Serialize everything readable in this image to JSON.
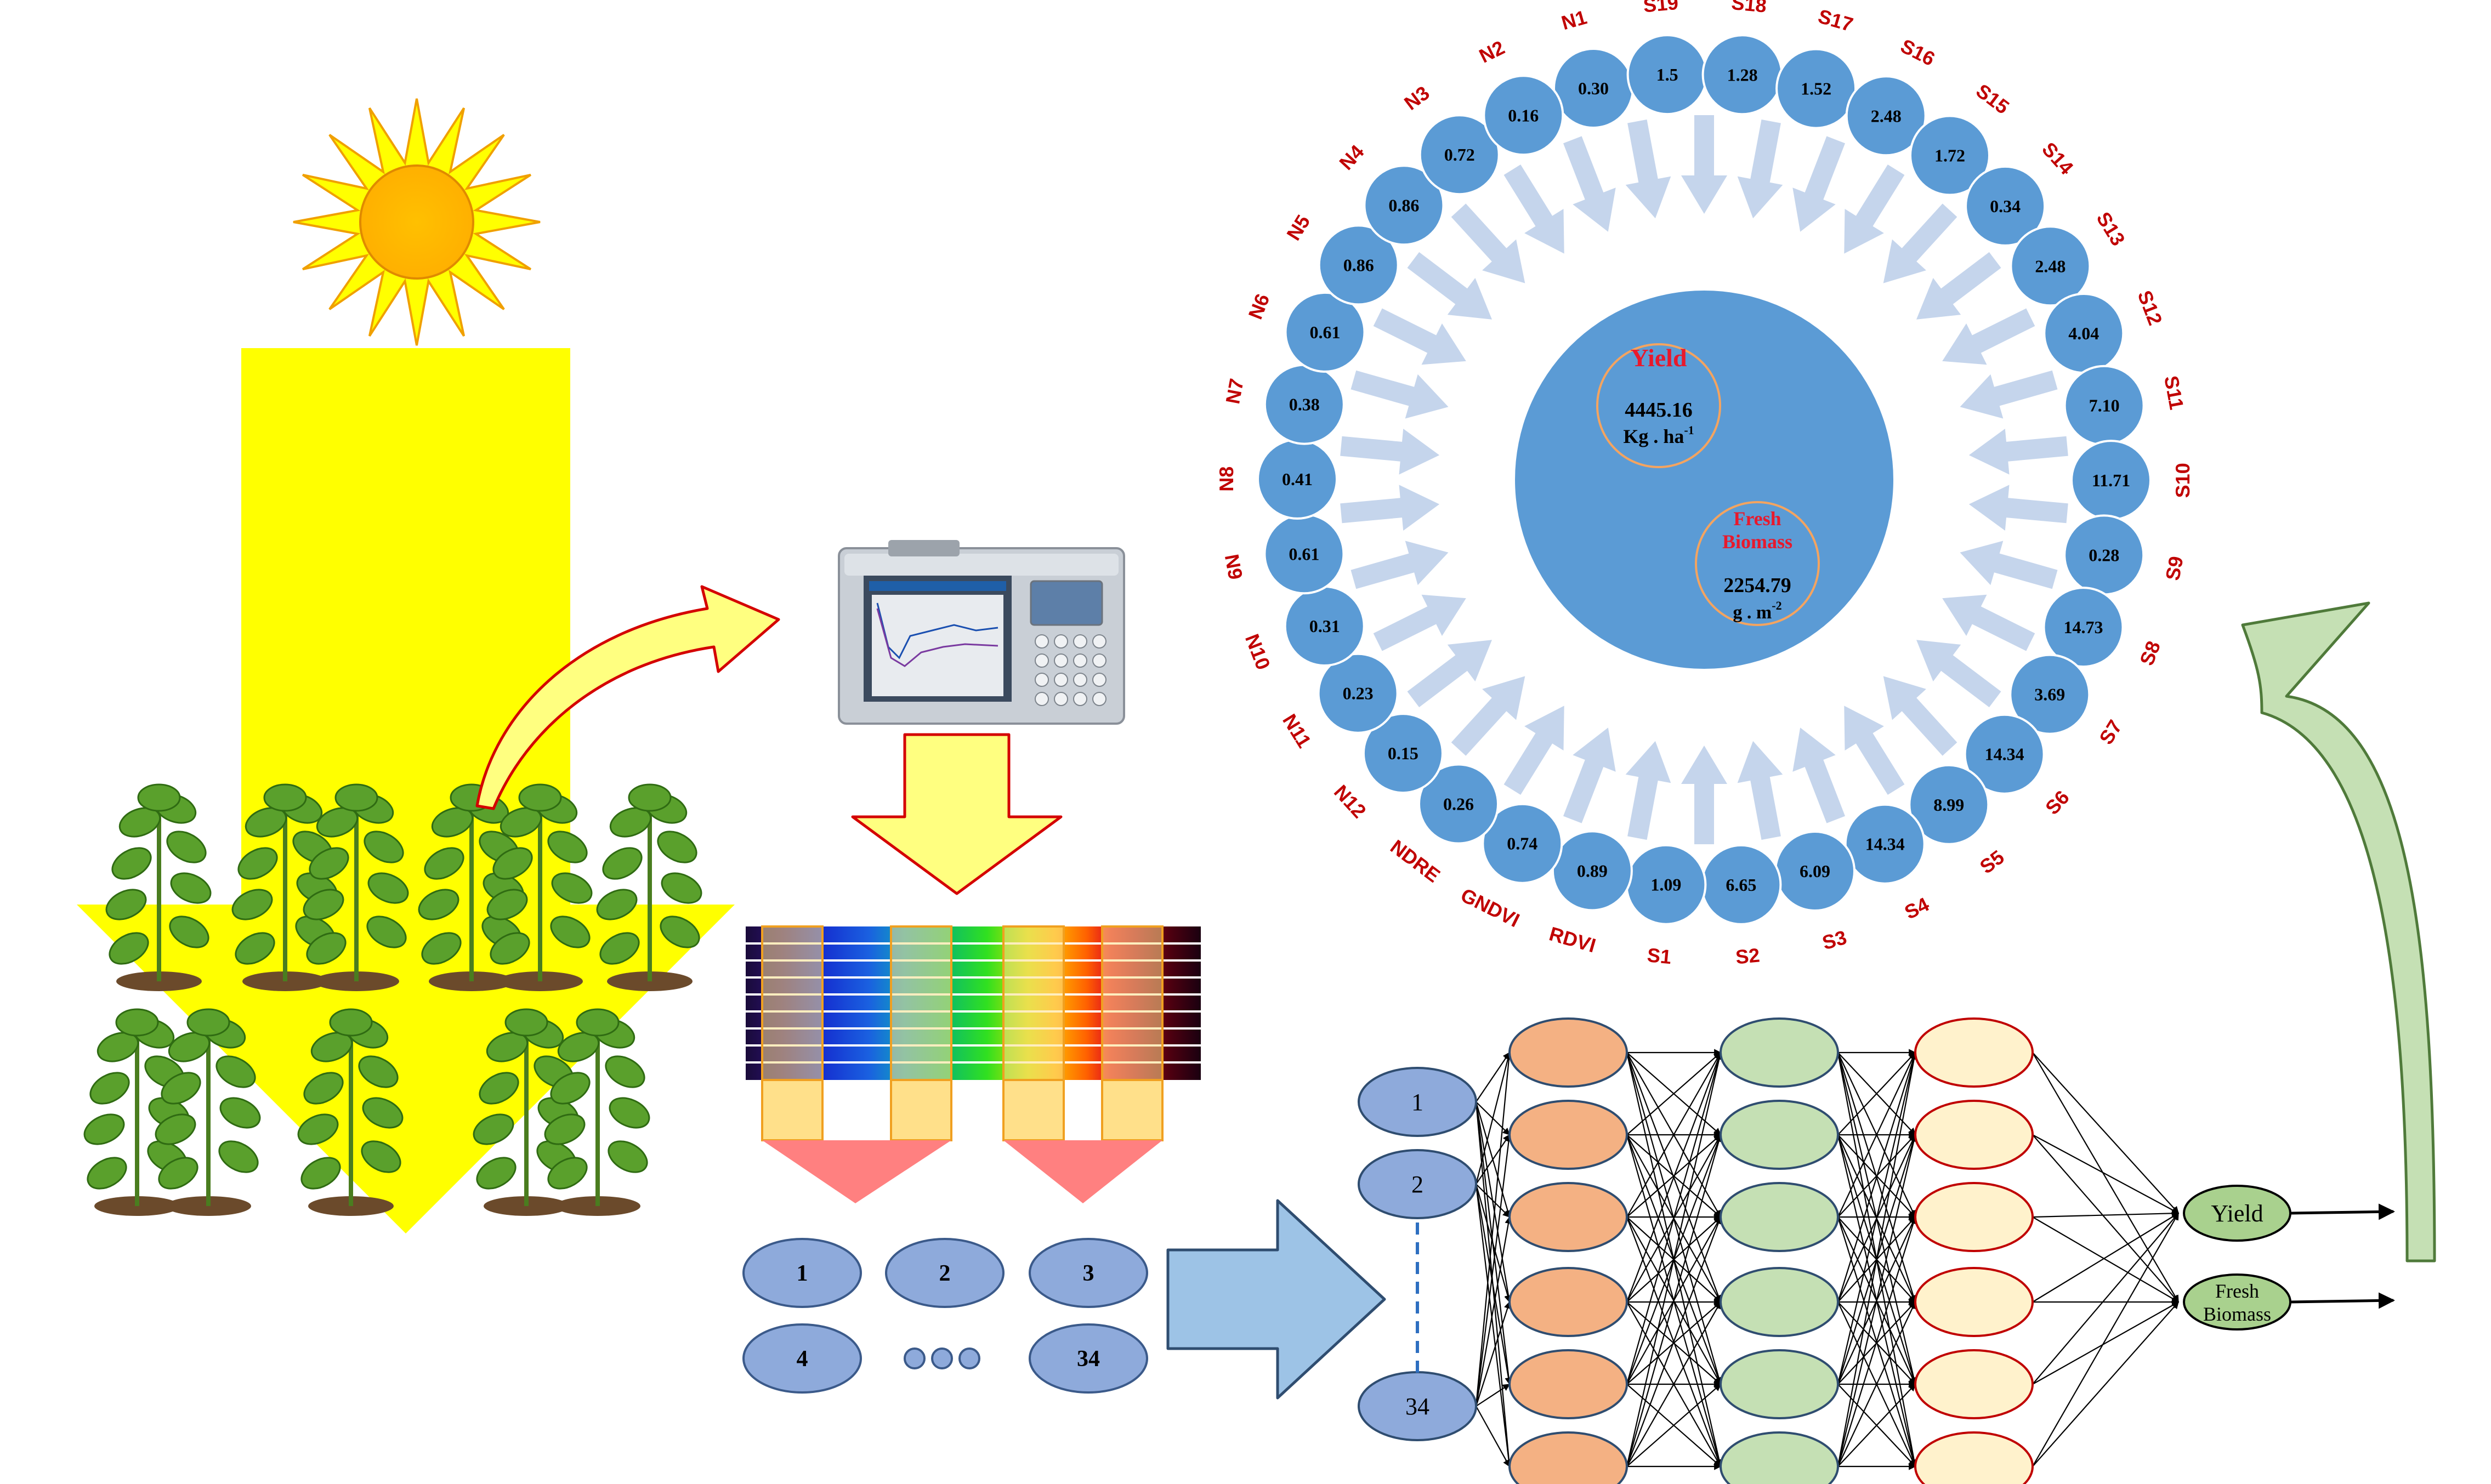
{
  "left_flow": {
    "sun": "sun-icon",
    "plants": "plant-icon",
    "device": "spectroradiometer-icon"
  },
  "band_groups": [
    "1",
    "2",
    "3",
    "4",
    "34"
  ],
  "network": {
    "inputs": [
      "1",
      "2",
      "34"
    ],
    "outputs": [
      "Yield",
      "Fresh Biomass"
    ],
    "output_lines": [
      [
        "Yield"
      ],
      [
        "Fresh",
        "Biomass"
      ]
    ]
  },
  "ring": {
    "center": {
      "yield_title": "Yield",
      "yield_value": "4445.16",
      "yield_unit": "Kg . ha",
      "yield_unit_sup": "-1",
      "biomass_title_1": "Fresh",
      "biomass_title_2": "Biomass",
      "biomass_value": "2254.79",
      "biomass_unit": "g . m",
      "biomass_unit_sup": "-2"
    },
    "items": [
      {
        "label": "N1",
        "value": "0.30"
      },
      {
        "label": "S19",
        "value": "1.5"
      },
      {
        "label": "S18",
        "value": "1.28"
      },
      {
        "label": "S17",
        "value": "1.52"
      },
      {
        "label": "S16",
        "value": "2.48"
      },
      {
        "label": "S15",
        "value": "1.72"
      },
      {
        "label": "S14",
        "value": "0.34"
      },
      {
        "label": "S13",
        "value": "2.48"
      },
      {
        "label": "S12",
        "value": "4.04"
      },
      {
        "label": "S11",
        "value": "7.10"
      },
      {
        "label": "S10",
        "value": "11.71"
      },
      {
        "label": "S9",
        "value": "0.28"
      },
      {
        "label": "S8",
        "value": "14.73"
      },
      {
        "label": "S7",
        "value": "3.69"
      },
      {
        "label": "S6",
        "value": "14.34"
      },
      {
        "label": "S5",
        "value": "8.99"
      },
      {
        "label": "S4",
        "value": "14.34"
      },
      {
        "label": "S3",
        "value": "6.09"
      },
      {
        "label": "S2",
        "value": "6.65"
      },
      {
        "label": "S1",
        "value": "1.09"
      },
      {
        "label": "RDVI",
        "value": "0.89"
      },
      {
        "label": "GNDVI",
        "value": "0.74"
      },
      {
        "label": "NDRE",
        "value": "0.26"
      },
      {
        "label": "N12",
        "value": "0.15"
      },
      {
        "label": "N11",
        "value": "0.23"
      },
      {
        "label": "N10",
        "value": "0.31"
      },
      {
        "label": "N9",
        "value": "0.61"
      },
      {
        "label": "N8",
        "value": "0.41"
      },
      {
        "label": "N7",
        "value": "0.38"
      },
      {
        "label": "N6",
        "value": "0.61"
      },
      {
        "label": "N5",
        "value": "0.86"
      },
      {
        "label": "N4",
        "value": "0.86"
      },
      {
        "label": "N3",
        "value": "0.72"
      },
      {
        "label": "N2",
        "value": "0.16"
      }
    ]
  },
  "colors": {
    "light_beam": "#ffff00",
    "arrow_fill": "#ffff80",
    "arrow_stroke": "#d40000",
    "ring_circle": "#5b9bd5",
    "ring_text": "#000000",
    "ring_label": "#c00000",
    "center_title": "#e8192c",
    "inner_arrow": "#c5d5ec",
    "node_blue": "#8eaadb",
    "node_orange": "#f4b183",
    "node_green": "#c5e0b4",
    "node_cream": "#fff2cc",
    "output_green": "#a9d18e",
    "big_arrow_green": "#c5e0b4",
    "big_arrow_blue": "#9dc3e6"
  }
}
